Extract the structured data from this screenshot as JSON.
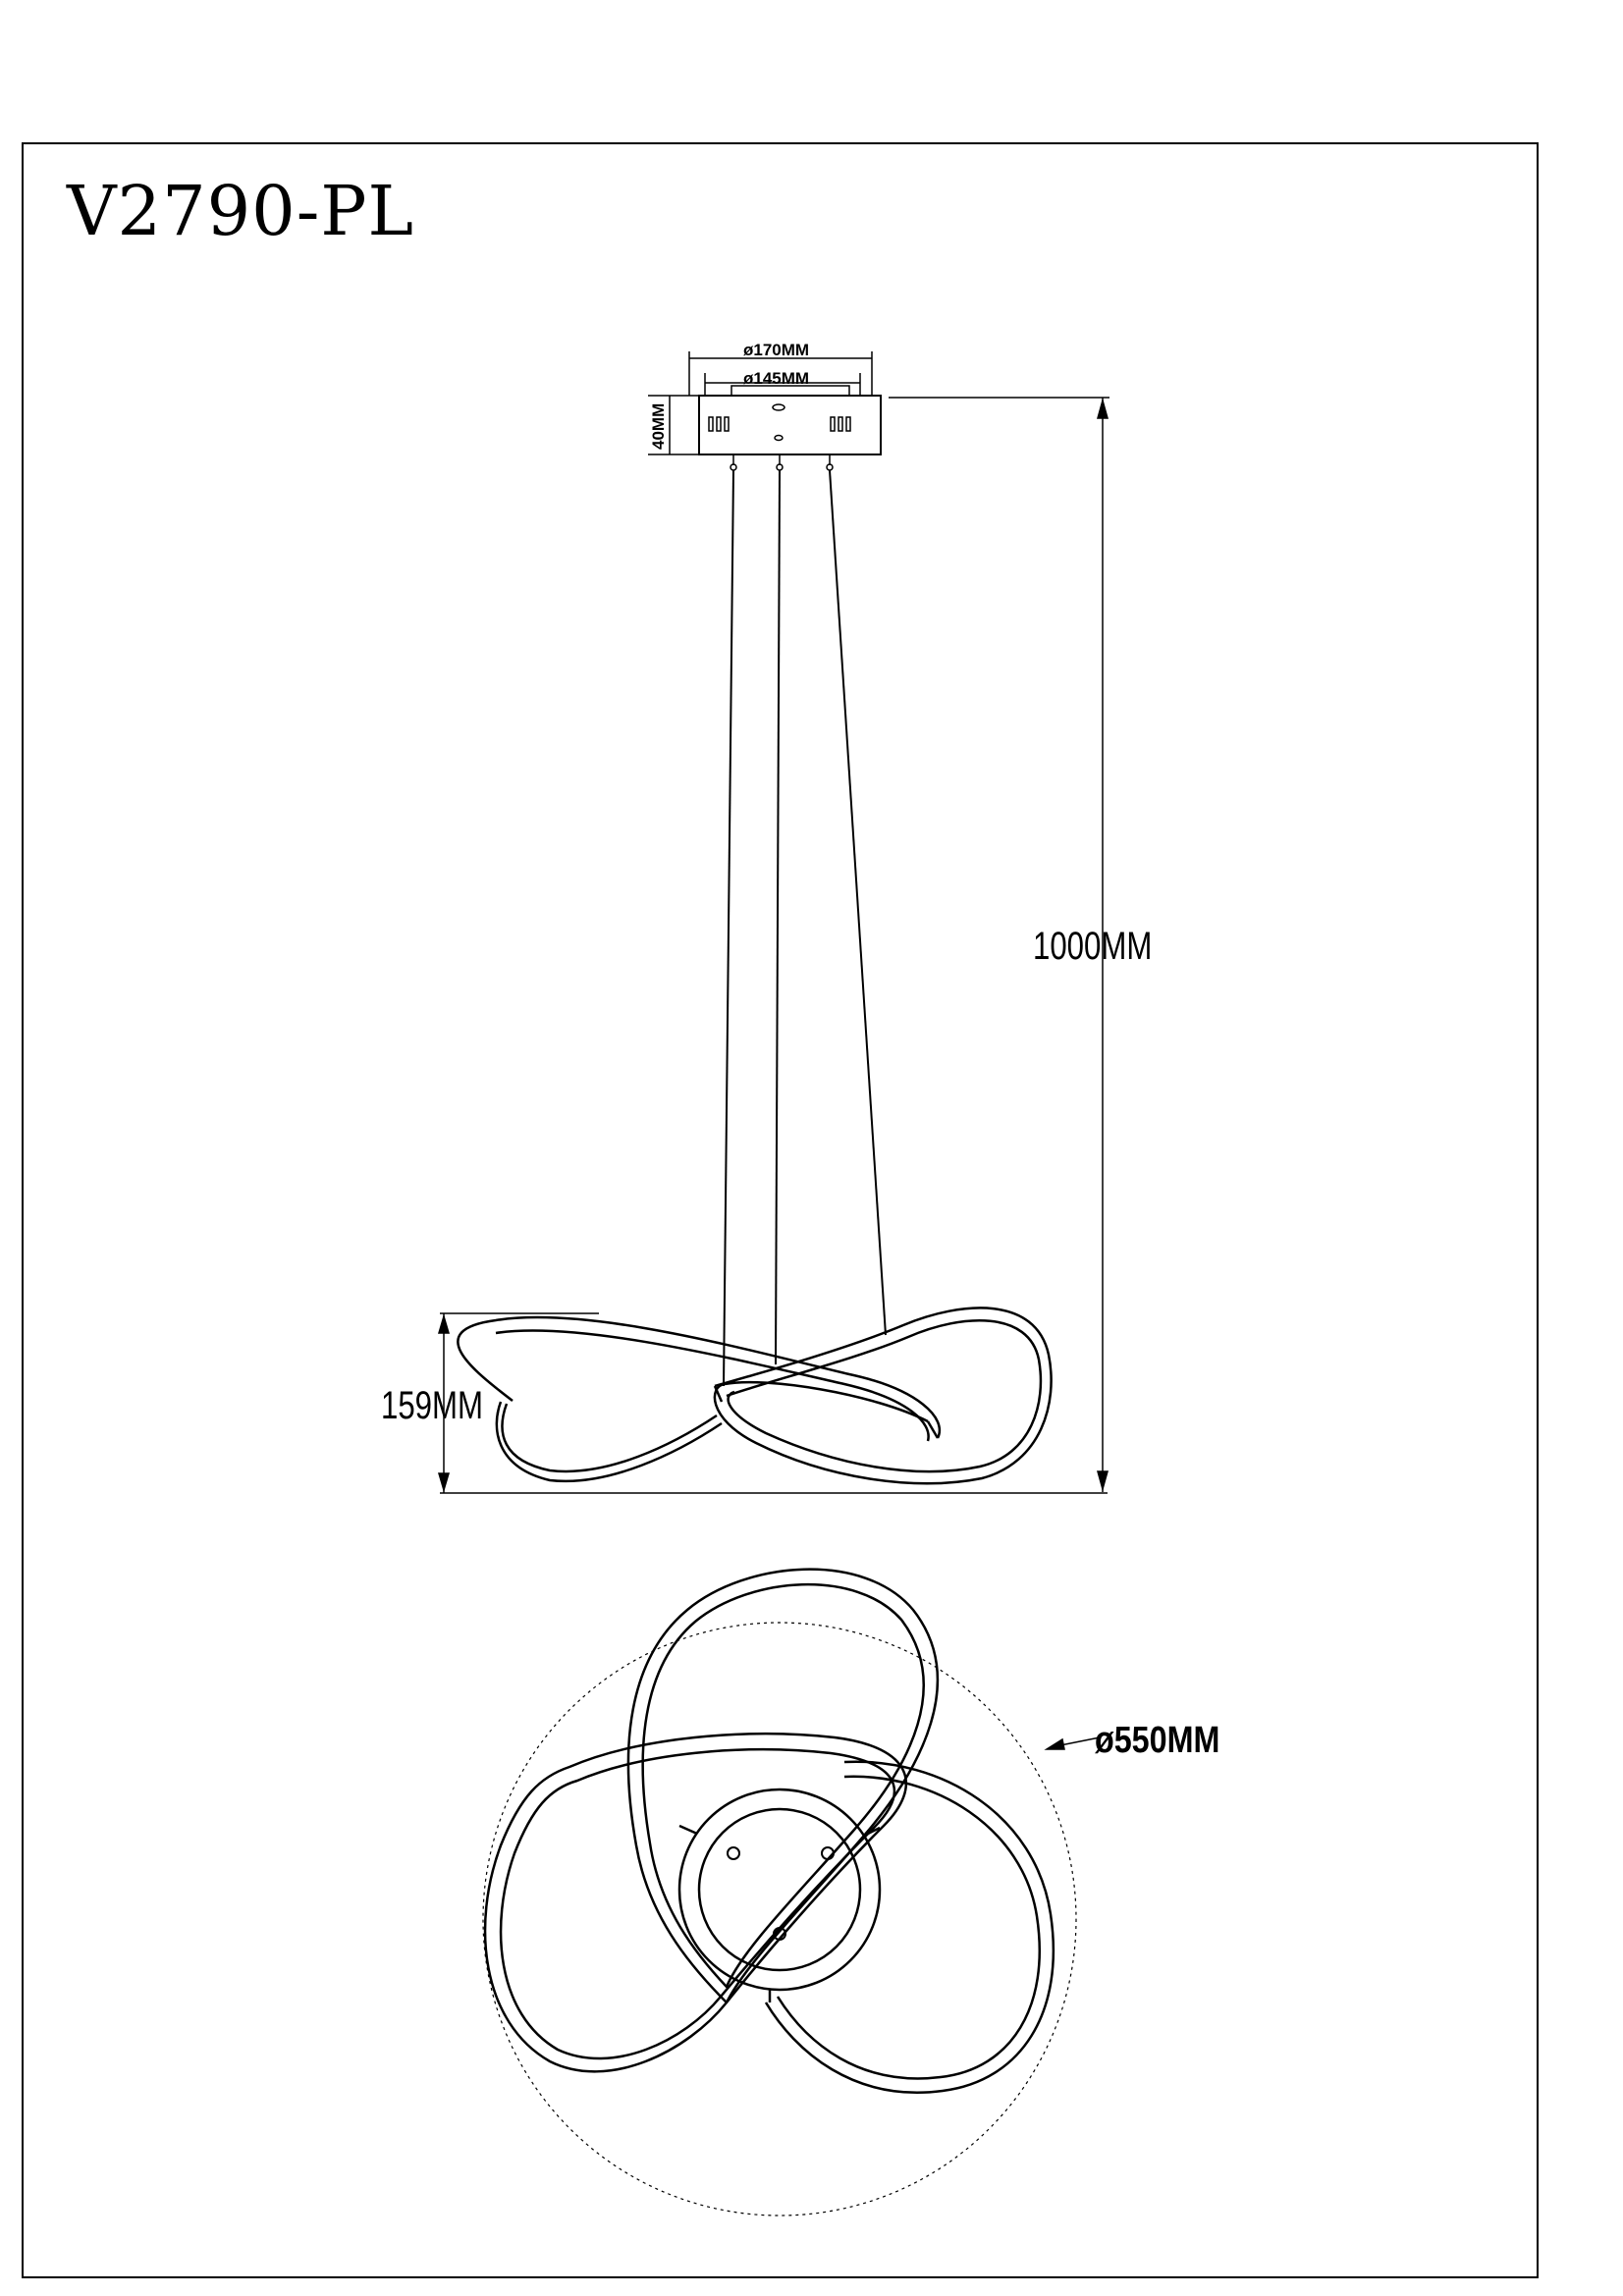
{
  "title": "V2790-PL",
  "dimensions": {
    "canopy_outer_diameter": "ø170MM",
    "canopy_inner_diameter": "ø145MM",
    "canopy_height": "40MM",
    "overall_height": "1000MM",
    "fixture_height": "159MM",
    "fixture_diameter": "ø550MM"
  }
}
